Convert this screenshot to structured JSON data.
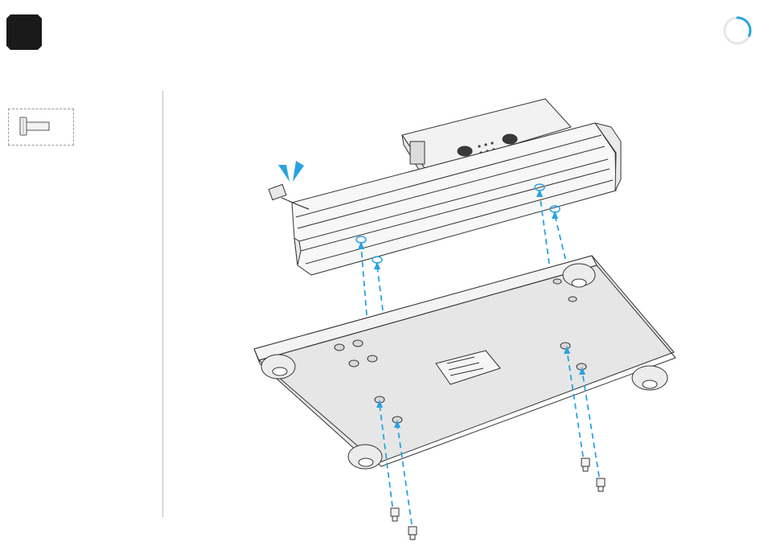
{
  "header": {
    "step_badge_icon": "step-badge",
    "progress_icon": "progress-ring",
    "progress_fraction": 0.3,
    "accent_color": "#29a3e0"
  },
  "parts_panel": {
    "items": [
      {
        "icon": "screw-icon"
      }
    ]
  },
  "illustration": {
    "description_icon": "assembly-diagram",
    "arrow_color": "#29a3e0",
    "line_color": "#333333"
  }
}
